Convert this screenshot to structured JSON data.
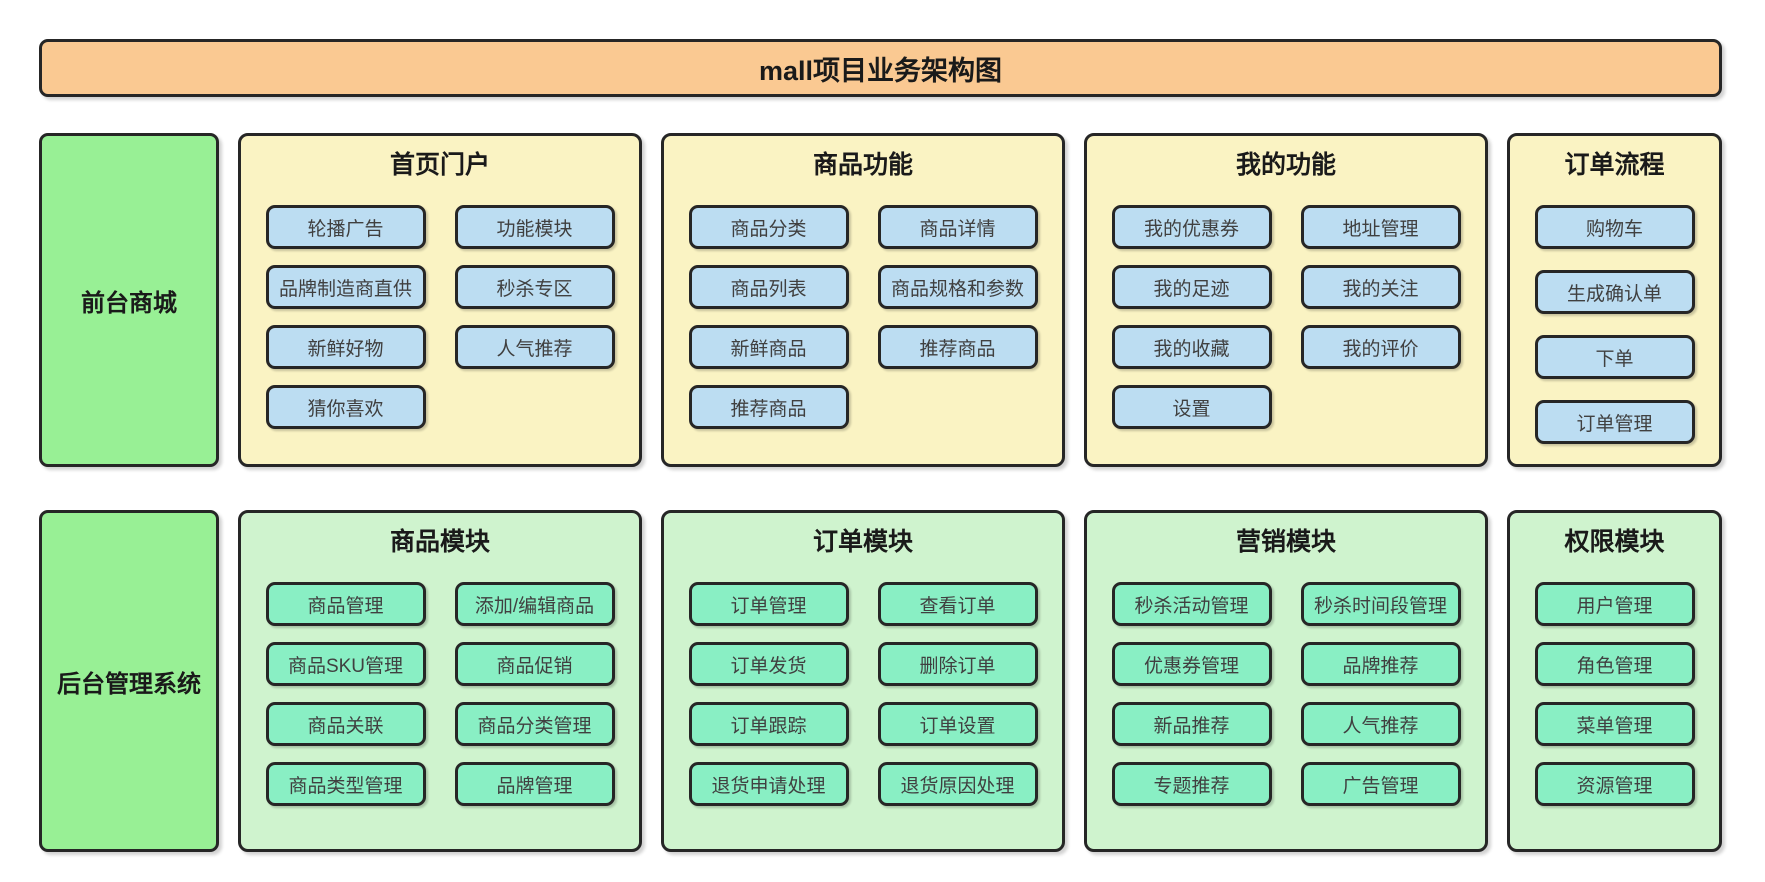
{
  "title": "mall项目业务架构图",
  "colors": {
    "title_bg": "#fac992",
    "panel_yellow": "#faf3c3",
    "btn_blue": "#bcddf2",
    "side_green": "#98f095",
    "panel_green": "#cff3ce",
    "btn_teal": "#89efc4",
    "border": "#262626"
  },
  "rows": [
    {
      "side_label": "前台商城",
      "sections": [
        {
          "heading": "首页门户",
          "columns": 2,
          "buttons": [
            "轮播广告",
            "功能模块",
            "品牌制造商直供",
            "秒杀专区",
            "新鲜好物",
            "人气推荐",
            "猜你喜欢"
          ]
        },
        {
          "heading": "商品功能",
          "columns": 2,
          "buttons": [
            "商品分类",
            "商品详情",
            "商品列表",
            "商品规格和参数",
            "新鲜商品",
            "推荐商品",
            "推荐商品"
          ]
        },
        {
          "heading": "我的功能",
          "columns": 2,
          "buttons": [
            "我的优惠券",
            "地址管理",
            "我的足迹",
            "我的关注",
            "我的收藏",
            "我的评价",
            "设置"
          ]
        },
        {
          "heading": "订单流程",
          "columns": 1,
          "buttons": [
            "购物车",
            "生成确认单",
            "下单",
            "订单管理"
          ]
        }
      ]
    },
    {
      "side_label": "后台管理系统",
      "sections": [
        {
          "heading": "商品模块",
          "columns": 2,
          "buttons": [
            "商品管理",
            "添加/编辑商品",
            "商品SKU管理",
            "商品促销",
            "商品关联",
            "商品分类管理",
            "商品类型管理",
            "品牌管理"
          ]
        },
        {
          "heading": "订单模块",
          "columns": 2,
          "buttons": [
            "订单管理",
            "查看订单",
            "订单发货",
            "删除订单",
            "订单跟踪",
            "订单设置",
            "退货申请处理",
            "退货原因处理"
          ]
        },
        {
          "heading": "营销模块",
          "columns": 2,
          "buttons": [
            "秒杀活动管理",
            "秒杀时间段管理",
            "优惠券管理",
            "品牌推荐",
            "新品推荐",
            "人气推荐",
            "专题推荐",
            "广告管理"
          ]
        },
        {
          "heading": "权限模块",
          "columns": 1,
          "buttons": [
            "用户管理",
            "角色管理",
            "菜单管理",
            "资源管理"
          ]
        }
      ]
    }
  ]
}
